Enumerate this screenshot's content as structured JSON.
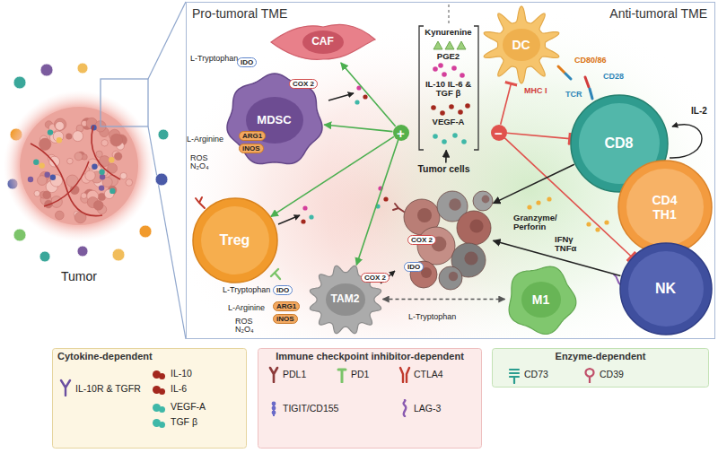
{
  "diagram": {
    "nodes": [
      {
        "text": [
          "Tumor"
        ]
      },
      {
        "text": [
          "Pro-tumoral TME",
          "Anti-tumoral TME"
        ]
      },
      {
        "text": [
          "CAF"
        ],
        "in": 1
      },
      {
        "text": [
          "MDSC"
        ],
        "in": 1
      },
      {
        "text": [
          "DC"
        ],
        "in": 1
      },
      {
        "text": [
          "+"
        ],
        "in": 1
      },
      {
        "text": [
          "Kynurenine",
          "PGE2",
          "IL-10 IL-6 & TGF β",
          "VEGF-A"
        ],
        "in": 1
      },
      {
        "text": [
          "−"
        ],
        "in": 1
      },
      {
        "text": [
          "CD8"
        ],
        "in": 1
      },
      {
        "text": [
          "Treg"
        ],
        "in": 1
      },
      {
        "text": [
          "Tumor cells"
        ],
        "in": 1
      },
      {
        "text": [
          "CD4 TH1"
        ],
        "in": 1
      },
      {
        "text": [
          "NK"
        ],
        "in": 1
      },
      {
        "text": [
          "M1"
        ],
        "in": 1
      },
      {
        "text": [
          "TAM2"
        ],
        "in": 1
      },
      {
        "text": [
          "Cytokine-dependent"
        ]
      },
      {
        "text": [
          "Immune checkpoint inhibitor-dependent"
        ]
      },
      {
        "text": [
          "Enzyme-dependent"
        ]
      }
    ],
    "edges": [
      {
        "from": 5,
        "to": 2,
        "arrow": "to"
      },
      {
        "from": 5,
        "to": 3,
        "arrow": "to"
      },
      {
        "from": 5,
        "to": 9,
        "arrow": "to"
      },
      {
        "from": 5,
        "to": 14,
        "arrow": "to"
      },
      {
        "from": 7,
        "to": 4,
        "arrow": "to"
      },
      {
        "from": 7,
        "to": 8,
        "arrow": "to"
      },
      {
        "from": 7,
        "to": 12,
        "arrow": "to"
      },
      {
        "from": 10,
        "to": 6,
        "arrow": "to"
      },
      {
        "from": 8,
        "to": 10,
        "arrow": "to"
      },
      {
        "from": 12,
        "to": 10,
        "arrow": "to"
      },
      {
        "from": 14,
        "to": 13,
        "arrow": "both"
      }
    ],
    "labels": [
      "L-Tryptophan",
      "IDO",
      "COX 2",
      "L-Arginine",
      "ARG1",
      "iNOS",
      "ROS N₂O₄",
      "CD80/86",
      "CD28",
      "MHC I",
      "TCR",
      "IL-2",
      "IFNγ TNFα",
      "Granzyme/ Perforin",
      "L-Tryptophan",
      "IDO",
      "COX 2",
      "L-Arginine",
      "ARG1",
      "iNOS",
      "ROS N₂O₄",
      "COX 2",
      "IDO",
      "L-Tryptophan"
    ],
    "legend": [
      {
        "text": "IL-10R & TGFR"
      },
      {
        "text": "IL-10",
        "color": "#a3281e"
      },
      {
        "text": "IL-6",
        "color": "#a3281e"
      },
      {
        "text": "VEGF-A",
        "color": "#3fb8a8"
      },
      {
        "text": "TGF β",
        "color": "#3fb8a8"
      },
      {
        "text": "PDL1"
      },
      {
        "text": "PD1"
      },
      {
        "text": "CTLA4"
      },
      {
        "text": "TIGIT/CD155"
      },
      {
        "text": "LAG-3"
      },
      {
        "text": "CD73"
      },
      {
        "text": "CD39"
      }
    ]
  }
}
